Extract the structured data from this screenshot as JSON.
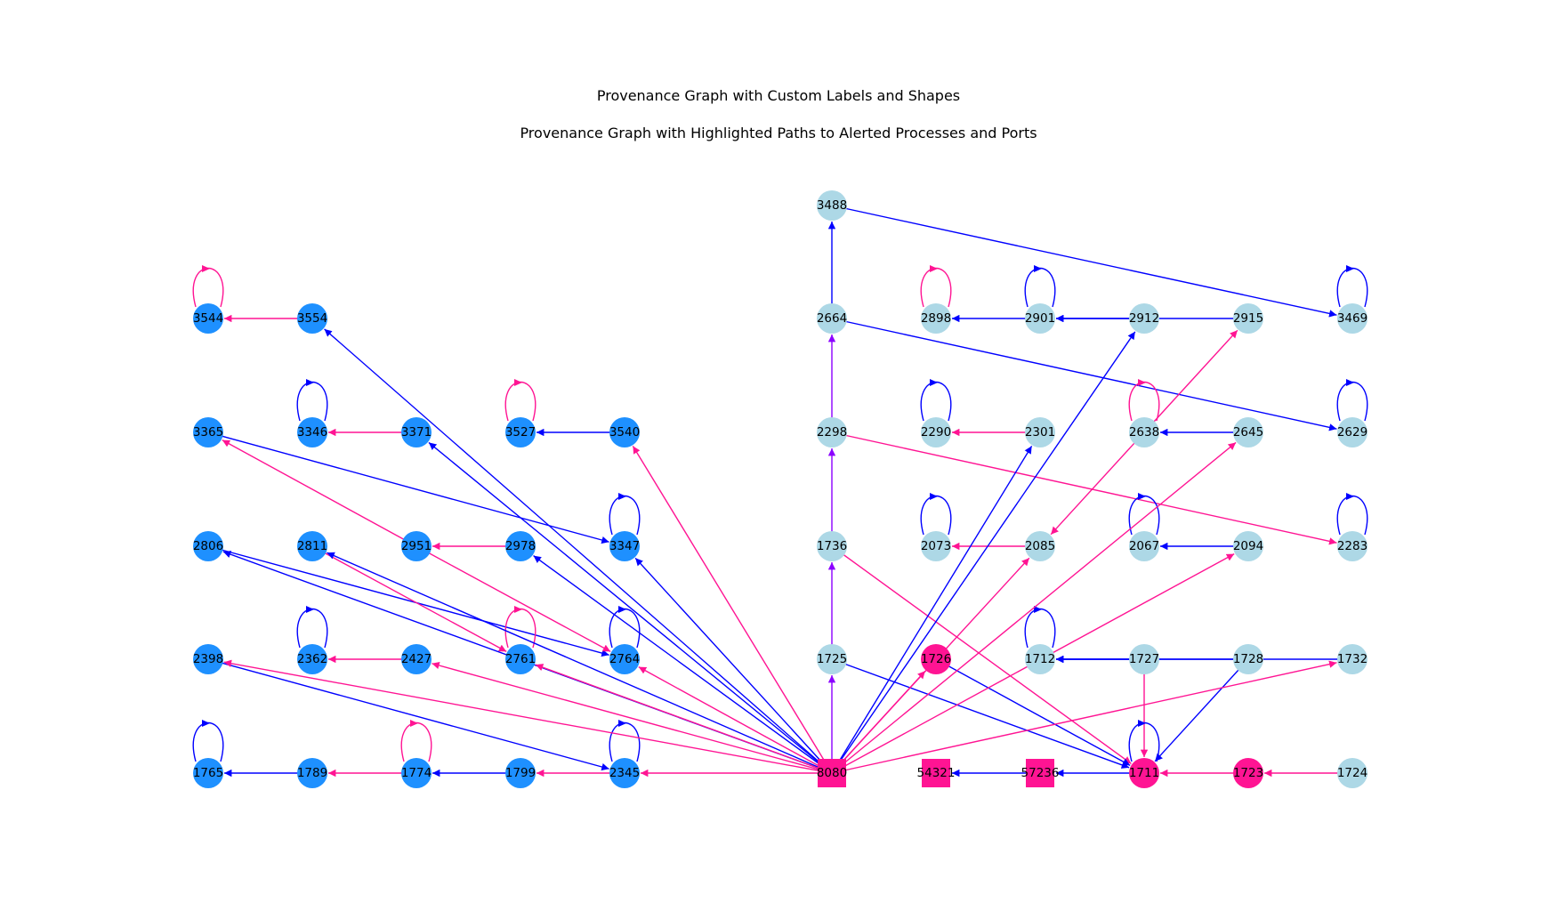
{
  "title": "Provenance Graph with Custom Labels and Shapes",
  "subtitle": "Provenance Graph with Highlighted Paths to Alerted Processes and Ports",
  "colors": {
    "blue_node": "#1E90FF",
    "light_node": "#ADD8E6",
    "pink_node": "#FF1493",
    "blue_edge": "#0000FF",
    "pink_edge": "#FF1493",
    "purple_edge": "#8B00FF"
  },
  "nodes": [
    {
      "id": "3488",
      "label": "3488",
      "color": "light",
      "shape": "circle"
    },
    {
      "id": "3544",
      "label": "3544",
      "color": "blue",
      "shape": "circle"
    },
    {
      "id": "3554",
      "label": "3554",
      "color": "blue",
      "shape": "circle"
    },
    {
      "id": "2664",
      "label": "2664",
      "color": "light",
      "shape": "circle"
    },
    {
      "id": "2898",
      "label": "2898",
      "color": "light",
      "shape": "circle"
    },
    {
      "id": "2901",
      "label": "2901",
      "color": "light",
      "shape": "circle"
    },
    {
      "id": "2912",
      "label": "2912",
      "color": "light",
      "shape": "circle"
    },
    {
      "id": "2915",
      "label": "2915",
      "color": "light",
      "shape": "circle"
    },
    {
      "id": "3469",
      "label": "3469",
      "color": "light",
      "shape": "circle"
    },
    {
      "id": "3365",
      "label": "3365",
      "color": "blue",
      "shape": "circle"
    },
    {
      "id": "3346",
      "label": "3346",
      "color": "blue",
      "shape": "circle"
    },
    {
      "id": "3371",
      "label": "3371",
      "color": "blue",
      "shape": "circle"
    },
    {
      "id": "3527",
      "label": "3527",
      "color": "blue",
      "shape": "circle"
    },
    {
      "id": "3540",
      "label": "3540",
      "color": "blue",
      "shape": "circle"
    },
    {
      "id": "2298",
      "label": "2298",
      "color": "light",
      "shape": "circle"
    },
    {
      "id": "2290",
      "label": "2290",
      "color": "light",
      "shape": "circle"
    },
    {
      "id": "2301",
      "label": "2301",
      "color": "light",
      "shape": "circle"
    },
    {
      "id": "2638",
      "label": "2638",
      "color": "light",
      "shape": "circle"
    },
    {
      "id": "2645",
      "label": "2645",
      "color": "light",
      "shape": "circle"
    },
    {
      "id": "2629",
      "label": "2629",
      "color": "light",
      "shape": "circle"
    },
    {
      "id": "2806",
      "label": "2806",
      "color": "blue",
      "shape": "circle"
    },
    {
      "id": "2811",
      "label": "2811",
      "color": "blue",
      "shape": "circle"
    },
    {
      "id": "2951",
      "label": "2951",
      "color": "blue",
      "shape": "circle"
    },
    {
      "id": "2978",
      "label": "2978",
      "color": "blue",
      "shape": "circle"
    },
    {
      "id": "3347",
      "label": "3347",
      "color": "blue",
      "shape": "circle"
    },
    {
      "id": "1736",
      "label": "1736",
      "color": "light",
      "shape": "circle"
    },
    {
      "id": "2073",
      "label": "2073",
      "color": "light",
      "shape": "circle"
    },
    {
      "id": "2085",
      "label": "2085",
      "color": "light",
      "shape": "circle"
    },
    {
      "id": "2067",
      "label": "2067",
      "color": "light",
      "shape": "circle"
    },
    {
      "id": "2094",
      "label": "2094",
      "color": "light",
      "shape": "circle"
    },
    {
      "id": "2283",
      "label": "2283",
      "color": "light",
      "shape": "circle"
    },
    {
      "id": "2398",
      "label": "2398",
      "color": "blue",
      "shape": "circle"
    },
    {
      "id": "2362",
      "label": "2362",
      "color": "blue",
      "shape": "circle"
    },
    {
      "id": "2427",
      "label": "2427",
      "color": "blue",
      "shape": "circle"
    },
    {
      "id": "2761",
      "label": "2761",
      "color": "blue",
      "shape": "circle"
    },
    {
      "id": "2764",
      "label": "2764",
      "color": "blue",
      "shape": "circle"
    },
    {
      "id": "1725",
      "label": "1725",
      "color": "light",
      "shape": "circle"
    },
    {
      "id": "1726",
      "label": "1726",
      "color": "pink",
      "shape": "circle"
    },
    {
      "id": "1712",
      "label": "1712",
      "color": "light",
      "shape": "circle"
    },
    {
      "id": "1727",
      "label": "1727",
      "color": "light",
      "shape": "circle"
    },
    {
      "id": "1728",
      "label": "1728",
      "color": "light",
      "shape": "circle"
    },
    {
      "id": "1732",
      "label": "1732",
      "color": "light",
      "shape": "circle"
    },
    {
      "id": "1765",
      "label": "1765",
      "color": "blue",
      "shape": "circle"
    },
    {
      "id": "1789",
      "label": "1789",
      "color": "blue",
      "shape": "circle"
    },
    {
      "id": "1774",
      "label": "1774",
      "color": "blue",
      "shape": "circle"
    },
    {
      "id": "1799",
      "label": "1799",
      "color": "blue",
      "shape": "circle"
    },
    {
      "id": "2345",
      "label": "2345",
      "color": "blue",
      "shape": "circle"
    },
    {
      "id": "8080",
      "label": "8080",
      "color": "pink",
      "shape": "square"
    },
    {
      "id": "54321",
      "label": "54321",
      "color": "pink",
      "shape": "square"
    },
    {
      "id": "57236",
      "label": "57236",
      "color": "pink",
      "shape": "square"
    },
    {
      "id": "1711",
      "label": "1711",
      "color": "pink",
      "shape": "circle"
    },
    {
      "id": "1723",
      "label": "1723",
      "color": "pink",
      "shape": "circle"
    },
    {
      "id": "1724",
      "label": "1724",
      "color": "light",
      "shape": "circle"
    }
  ],
  "edges": [
    {
      "from": "2664",
      "to": "3488",
      "color": "blue"
    },
    {
      "from": "3488",
      "to": "3469",
      "color": "blue"
    },
    {
      "from": "3554",
      "to": "3544",
      "color": "pink"
    },
    {
      "from": "3544",
      "to": "3544",
      "color": "pink"
    },
    {
      "from": "2898",
      "to": "2898",
      "color": "pink"
    },
    {
      "from": "2901",
      "to": "2898",
      "color": "blue"
    },
    {
      "from": "2901",
      "to": "2901",
      "color": "blue"
    },
    {
      "from": "2912",
      "to": "2901",
      "color": "blue"
    },
    {
      "from": "2915",
      "to": "2901",
      "color": "blue"
    },
    {
      "from": "3469",
      "to": "3469",
      "color": "blue"
    },
    {
      "from": "2298",
      "to": "2664",
      "color": "purple"
    },
    {
      "from": "2664",
      "to": "2629",
      "color": "blue"
    },
    {
      "from": "3346",
      "to": "3346",
      "color": "blue"
    },
    {
      "from": "3371",
      "to": "3346",
      "color": "pink"
    },
    {
      "from": "3527",
      "to": "3527",
      "color": "pink"
    },
    {
      "from": "3540",
      "to": "3527",
      "color": "blue"
    },
    {
      "from": "2290",
      "to": "2290",
      "color": "blue"
    },
    {
      "from": "2301",
      "to": "2290",
      "color": "pink"
    },
    {
      "from": "2638",
      "to": "2638",
      "color": "pink"
    },
    {
      "from": "2645",
      "to": "2638",
      "color": "blue"
    },
    {
      "from": "2629",
      "to": "2629",
      "color": "blue"
    },
    {
      "from": "2298",
      "to": "2283",
      "color": "pink"
    },
    {
      "from": "3365",
      "to": "3347",
      "color": "blue"
    },
    {
      "from": "2951",
      "to": "3365",
      "color": "pink"
    },
    {
      "from": "2978",
      "to": "2951",
      "color": "pink"
    },
    {
      "from": "3347",
      "to": "3347",
      "color": "blue"
    },
    {
      "from": "1736",
      "to": "2298",
      "color": "purple"
    },
    {
      "from": "2073",
      "to": "2073",
      "color": "blue"
    },
    {
      "from": "2085",
      "to": "2073",
      "color": "pink"
    },
    {
      "from": "2638",
      "to": "2085",
      "color": "pink"
    },
    {
      "from": "2067",
      "to": "2067",
      "color": "blue"
    },
    {
      "from": "2094",
      "to": "2067",
      "color": "blue"
    },
    {
      "from": "2283",
      "to": "2283",
      "color": "blue"
    },
    {
      "from": "2806",
      "to": "2764",
      "color": "blue"
    },
    {
      "from": "2811",
      "to": "2761",
      "color": "pink"
    },
    {
      "from": "2951",
      "to": "2764",
      "color": "pink"
    },
    {
      "from": "2362",
      "to": "2362",
      "color": "blue"
    },
    {
      "from": "2427",
      "to": "2362",
      "color": "pink"
    },
    {
      "from": "2761",
      "to": "2761",
      "color": "pink"
    },
    {
      "from": "2764",
      "to": "2764",
      "color": "blue"
    },
    {
      "from": "2398",
      "to": "2345",
      "color": "blue"
    },
    {
      "from": "1725",
      "to": "1736",
      "color": "purple"
    },
    {
      "from": "1736",
      "to": "1711",
      "color": "pink"
    },
    {
      "from": "1725",
      "to": "1711",
      "color": "blue"
    },
    {
      "from": "1726",
      "to": "1711",
      "color": "blue"
    },
    {
      "from": "1712",
      "to": "1712",
      "color": "blue"
    },
    {
      "from": "1727",
      "to": "1712",
      "color": "blue"
    },
    {
      "from": "1728",
      "to": "1712",
      "color": "blue"
    },
    {
      "from": "1732",
      "to": "1712",
      "color": "blue"
    },
    {
      "from": "1727",
      "to": "1711",
      "color": "pink"
    },
    {
      "from": "1728",
      "to": "1711",
      "color": "blue"
    },
    {
      "from": "1765",
      "to": "1765",
      "color": "blue"
    },
    {
      "from": "1789",
      "to": "1765",
      "color": "blue"
    },
    {
      "from": "1774",
      "to": "1789",
      "color": "pink"
    },
    {
      "from": "1774",
      "to": "1774",
      "color": "pink"
    },
    {
      "from": "1799",
      "to": "1774",
      "color": "blue"
    },
    {
      "from": "2345",
      "to": "1799",
      "color": "pink"
    },
    {
      "from": "2345",
      "to": "2345",
      "color": "blue"
    },
    {
      "from": "8080",
      "to": "2345",
      "color": "pink"
    },
    {
      "from": "8080",
      "to": "3554",
      "color": "blue"
    },
    {
      "from": "8080",
      "to": "3371",
      "color": "blue"
    },
    {
      "from": "8080",
      "to": "3540",
      "color": "pink"
    },
    {
      "from": "8080",
      "to": "2978",
      "color": "blue"
    },
    {
      "from": "8080",
      "to": "2806",
      "color": "blue"
    },
    {
      "from": "8080",
      "to": "2811",
      "color": "blue"
    },
    {
      "from": "8080",
      "to": "2398",
      "color": "pink"
    },
    {
      "from": "8080",
      "to": "2427",
      "color": "pink"
    },
    {
      "from": "8080",
      "to": "2761",
      "color": "pink"
    },
    {
      "from": "8080",
      "to": "2764",
      "color": "pink"
    },
    {
      "from": "8080",
      "to": "3347",
      "color": "blue"
    },
    {
      "from": "8080",
      "to": "1725",
      "color": "purple"
    },
    {
      "from": "8080",
      "to": "1726",
      "color": "pink"
    },
    {
      "from": "8080",
      "to": "2085",
      "color": "pink"
    },
    {
      "from": "8080",
      "to": "2301",
      "color": "blue"
    },
    {
      "from": "8080",
      "to": "2912",
      "color": "blue"
    },
    {
      "from": "8080",
      "to": "2645",
      "color": "pink"
    },
    {
      "from": "8080",
      "to": "2094",
      "color": "pink"
    },
    {
      "from": "8080",
      "to": "1732",
      "color": "pink"
    },
    {
      "from": "2638",
      "to": "2915",
      "color": "pink"
    },
    {
      "from": "57236",
      "to": "54321",
      "color": "blue"
    },
    {
      "from": "1711",
      "to": "57236",
      "color": "blue"
    },
    {
      "from": "1711",
      "to": "1711",
      "color": "blue"
    },
    {
      "from": "1723",
      "to": "1711",
      "color": "pink"
    },
    {
      "from": "1724",
      "to": "1723",
      "color": "pink"
    }
  ]
}
